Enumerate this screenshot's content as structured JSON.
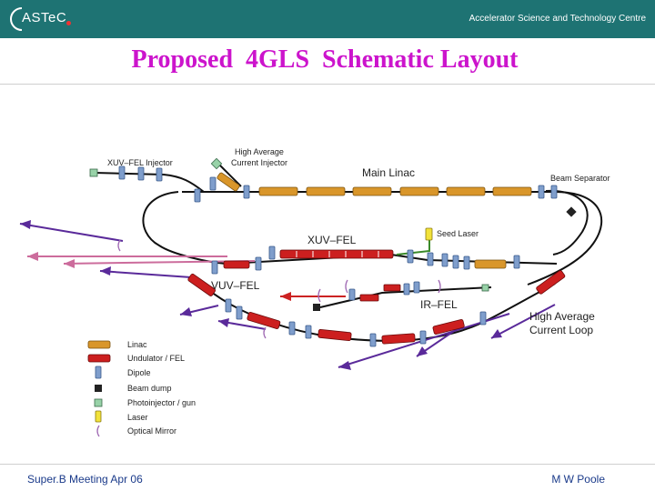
{
  "header": {
    "logo_text": "ASTeC",
    "centre_name": "Accelerator Science and Technology Centre"
  },
  "title": "Proposed  4GLS  Schematic Layout",
  "diagram": {
    "labels": {
      "xuv_injector": "XUV–FEL Injector",
      "hac_injector_1": "High Average",
      "hac_injector_2": "Current Injector",
      "main_linac": "Main Linac",
      "beam_separator": "Beam Separator",
      "xuv_fel": "XUV–FEL",
      "seed_laser": "Seed Laser",
      "vuv_fel": "VUV–FEL",
      "ir_fel": "IR–FEL",
      "hac_loop_1": "High Average",
      "hac_loop_2": "Current Loop"
    },
    "legend": [
      "Linac",
      "Undulator / FEL",
      "Dipole",
      "Beam dump",
      "Photoinjector / gun",
      "Laser",
      "Optical Mirror"
    ],
    "colors": {
      "linac": "#d9962a",
      "undulator": "#cc1f1f",
      "dipole": "#7f9ecc",
      "beam_dump": "#222222",
      "photoinjector": "#98d2a8",
      "laser": "#f2e23a",
      "mirror": "#a06ab4",
      "purple_beam": "#5a2a9a",
      "pink_beam": "#cc6c9c",
      "red_beam": "#cc2222",
      "green_line": "#3a8a2a"
    }
  },
  "footer": {
    "left": "Super.B Meeting  Apr 06",
    "right": "M W Poole"
  }
}
